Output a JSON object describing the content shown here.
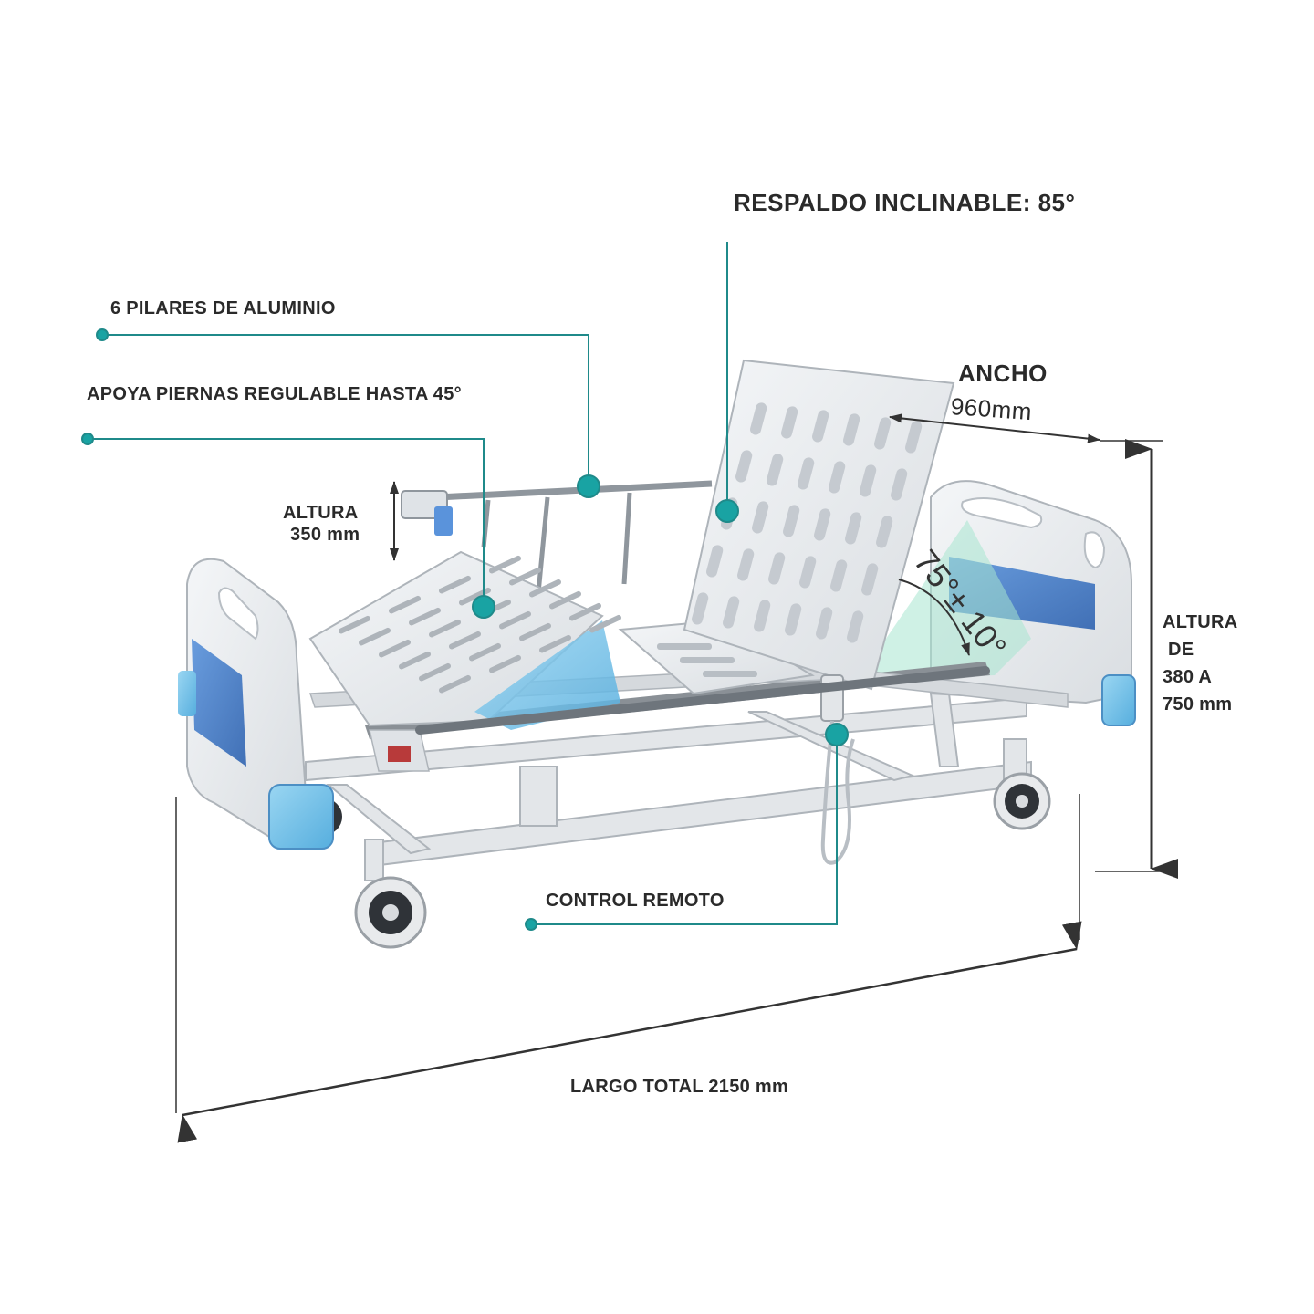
{
  "colors": {
    "callout": "#1f8a8a",
    "callout_dot": "#19a3a3",
    "dimension": "#333333",
    "frame": "#e6e9ec",
    "frame_edge": "#aeb4ba",
    "accent_blue": "#3f79c9",
    "light_blue": "#7fc3e8",
    "angle_green": "#a8e6cf"
  },
  "labels": {
    "backrest": "RESPALDO INCLINABLE: 85°",
    "pillars": "6 PILARES DE ALUMINIO",
    "leg_rest": "APOYA PIERNAS REGULABLE HASTA 45°",
    "rail_height_title": "ALTURA",
    "rail_height_value": "350 mm",
    "width_title": "ANCHO",
    "width_value": "960mm",
    "bed_height_line1": "ALTURA",
    "bed_height_line2": "DE",
    "bed_height_line3": "380 A",
    "bed_height_line4": "750 mm",
    "angle": "75°± 10°",
    "remote": "CONTROL REMOTO",
    "length": "LARGO TOTAL 2150 mm"
  },
  "icons": [
    "callout-dot-icon",
    "dimension-arrow-icon",
    "caster-wheel-icon"
  ]
}
